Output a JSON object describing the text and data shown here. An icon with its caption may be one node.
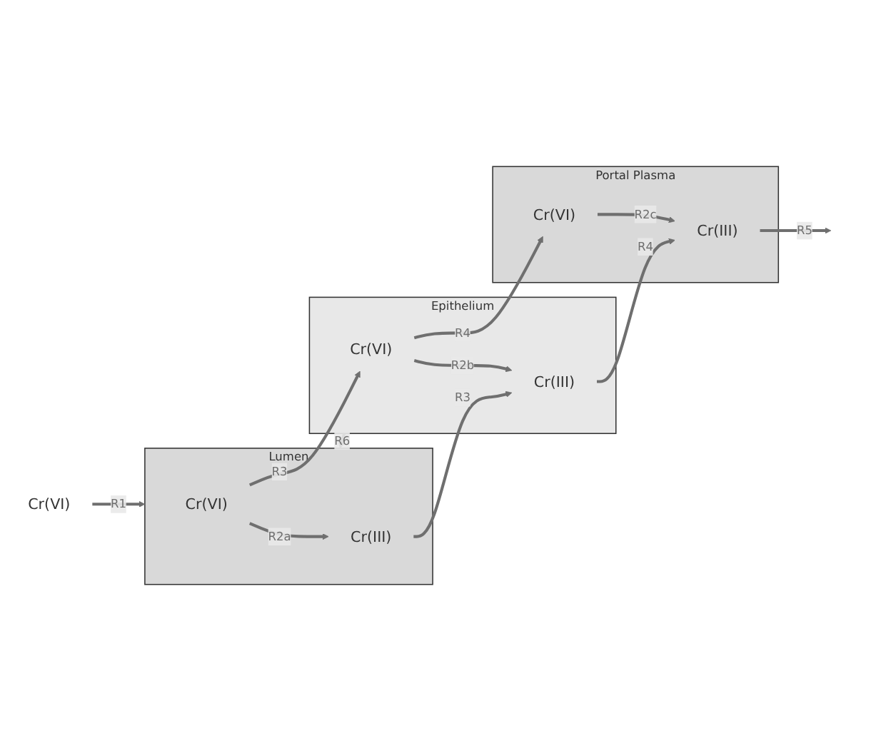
{
  "diagram": {
    "nodes": [
      {
        "text": [
          "Lumen"
        ]
      },
      {
        "text": [
          "Cr(VI)"
        ],
        "in": 0
      },
      {
        "text": [
          "Cr(III)"
        ],
        "in": 0
      },
      {
        "text": [
          "Epithelium"
        ]
      },
      {
        "text": [
          "Cr(VI)"
        ],
        "in": 3
      },
      {
        "text": [
          "Cr(III)"
        ],
        "in": 3
      },
      {
        "text": [
          "Portal Plasma"
        ]
      },
      {
        "text": [
          "Cr(VI)"
        ],
        "in": 6
      },
      {
        "text": [
          "Cr(III)"
        ],
        "in": 6
      },
      {
        "text": [
          "Cr(VI)"
        ]
      }
    ],
    "edges": [
      {
        "from": 9,
        "to": 0,
        "label": "R1",
        "arrow": "to"
      },
      {
        "from": 1,
        "to": 4,
        "label": "R3",
        "arrow": "to"
      },
      {
        "from": 4,
        "to": 7,
        "label": "R4",
        "arrow": "to"
      },
      {
        "from": 1,
        "to": 2,
        "label": "R2a",
        "arrow": "to"
      },
      {
        "from": 3,
        "to": 0,
        "label": "R6",
        "arrow": "to"
      },
      {
        "from": 4,
        "to": 5,
        "label": "R2b",
        "arrow": "to"
      },
      {
        "from": 7,
        "to": 8,
        "label": "R2c",
        "arrow": "to"
      },
      {
        "from": 2,
        "to": 5,
        "label": "R3",
        "arrow": "to"
      },
      {
        "from": 5,
        "to": 8,
        "label": "R4",
        "arrow": "to"
      },
      {
        "from": 8,
        "to": null,
        "label": "R5",
        "arrow": "to"
      }
    ]
  }
}
